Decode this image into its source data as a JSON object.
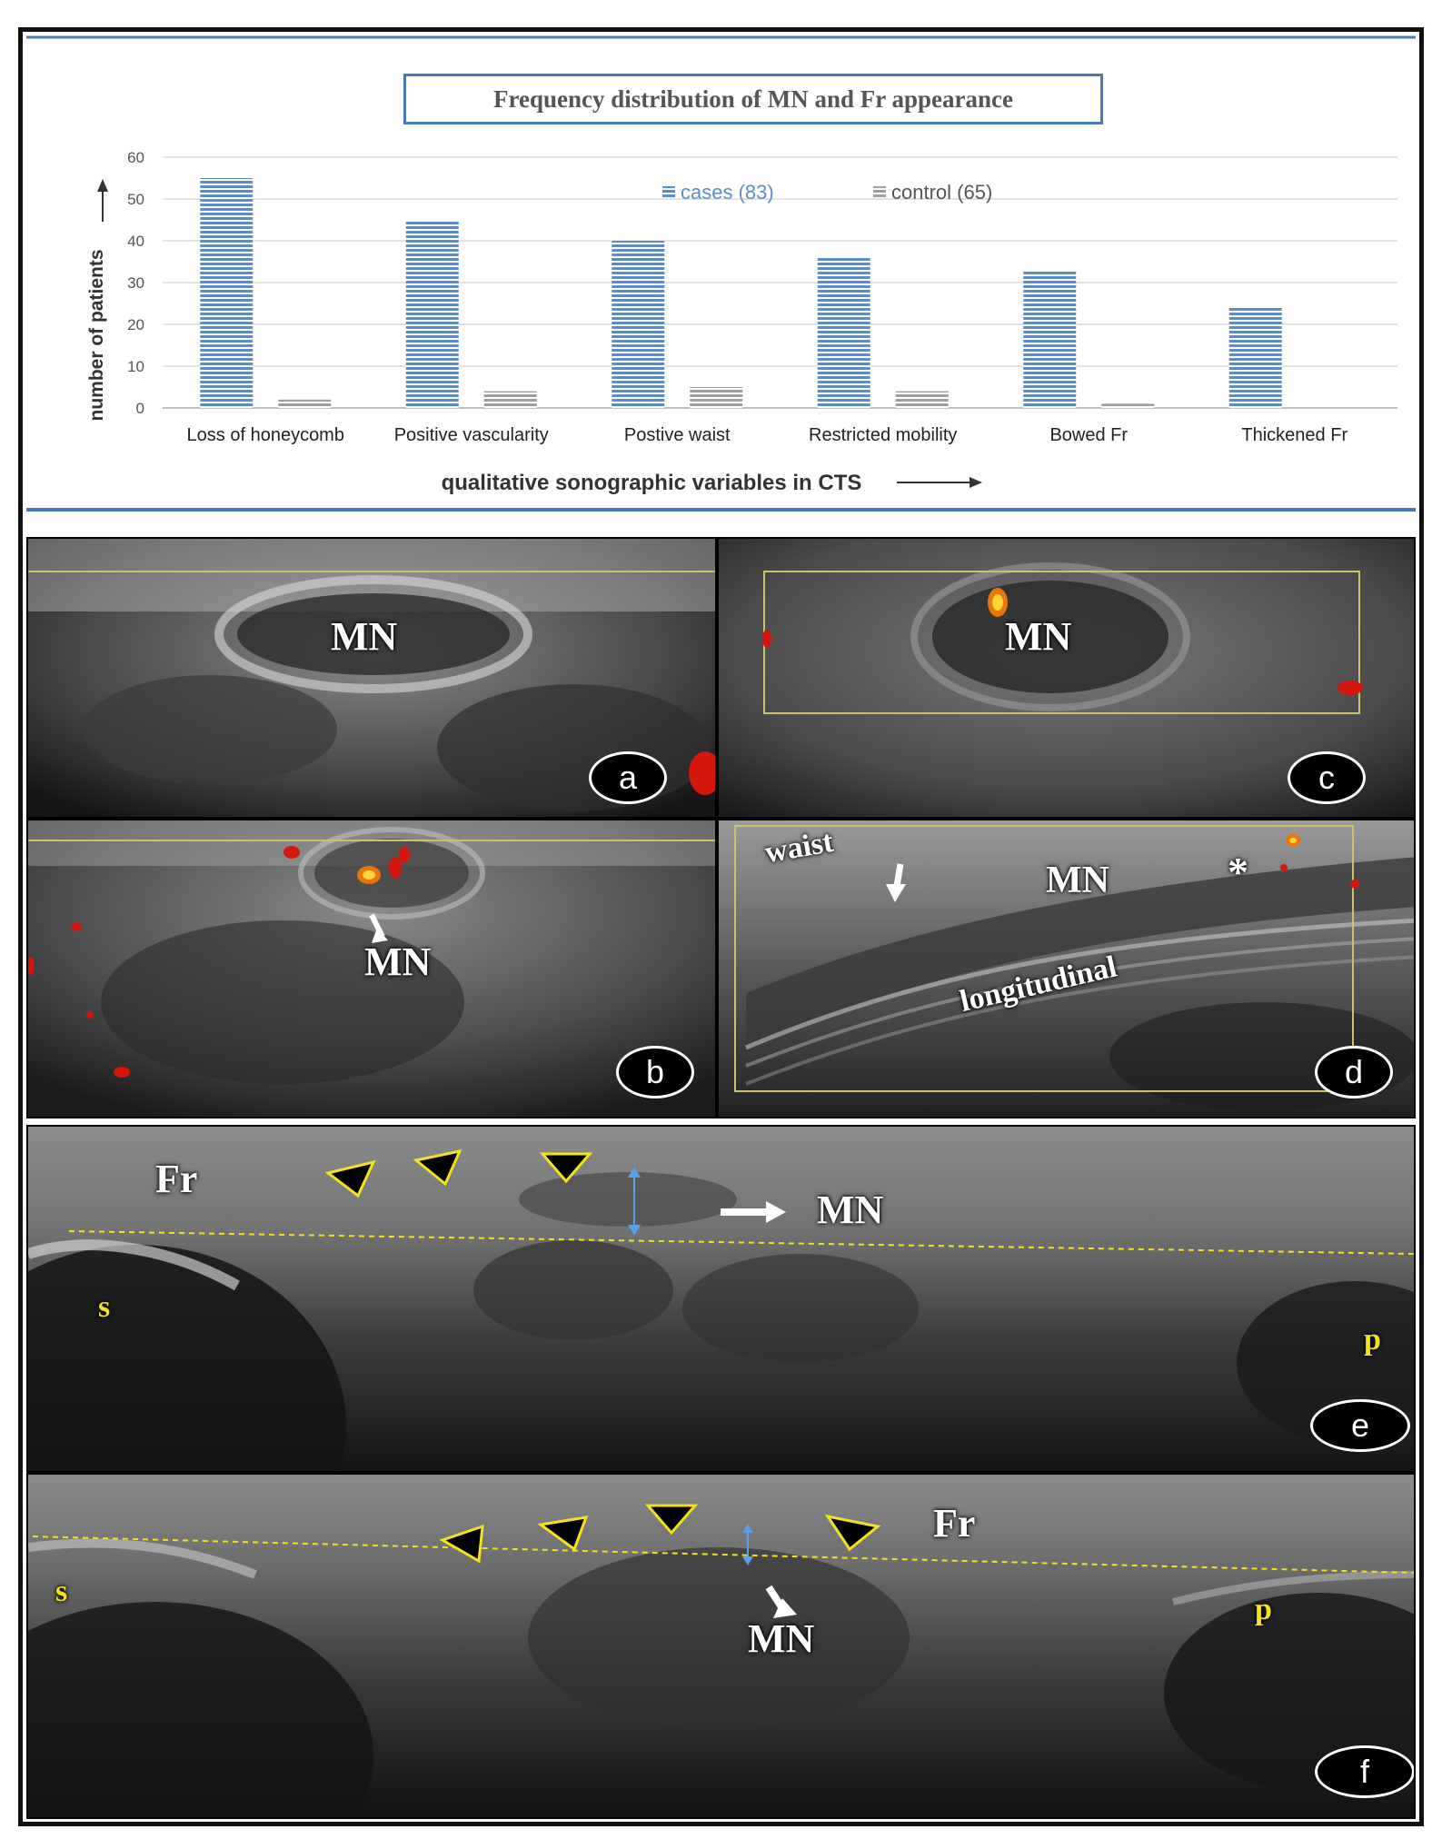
{
  "chart_data": {
    "type": "bar",
    "title": "Frequency distribution of MN and Fr appearance",
    "xlabel": "qualitative sonographic variables in CTS",
    "ylabel": "number of patients",
    "ylim": [
      0,
      60
    ],
    "yticks": [
      0,
      10,
      20,
      30,
      40,
      50,
      60
    ],
    "grid": true,
    "legend": "top-center",
    "categories": [
      "Loss of honeycomb",
      "Positive vascularity",
      "Postive waist",
      "Restricted mobility",
      "Bowed Fr",
      "Thickened Fr"
    ],
    "series": [
      {
        "name": "cases (83)",
        "values": [
          55,
          45,
          40,
          36,
          33,
          24
        ],
        "color": "#5b8dcc"
      },
      {
        "name": "control (65)",
        "values": [
          2,
          4,
          5,
          4,
          1,
          0
        ],
        "color": "#9e9e9e"
      }
    ]
  },
  "panels": {
    "a": {
      "badge": "a",
      "labels": {
        "mn": "MN"
      }
    },
    "b": {
      "badge": "b",
      "labels": {
        "mn": "MN"
      }
    },
    "c": {
      "badge": "c",
      "labels": {
        "mn": "MN"
      }
    },
    "d": {
      "badge": "d",
      "labels": {
        "waist": "waist",
        "mn": "MN",
        "star": "*",
        "longitudinal": "longitudinal"
      }
    },
    "e": {
      "badge": "e",
      "labels": {
        "fr": "Fr",
        "mn": "MN",
        "s": "s",
        "p": "p"
      }
    },
    "f": {
      "badge": "f",
      "labels": {
        "fr": "Fr",
        "mn": "MN",
        "s": "s",
        "p": "p"
      }
    }
  },
  "colors": {
    "cases": "#5b8dcc",
    "control": "#9e9e9e",
    "accent_line": "#4a78bd",
    "doppler": "#d4160c",
    "marker_yellow": "#f3e21c",
    "dimension_arrow": "#5aa0e6"
  }
}
